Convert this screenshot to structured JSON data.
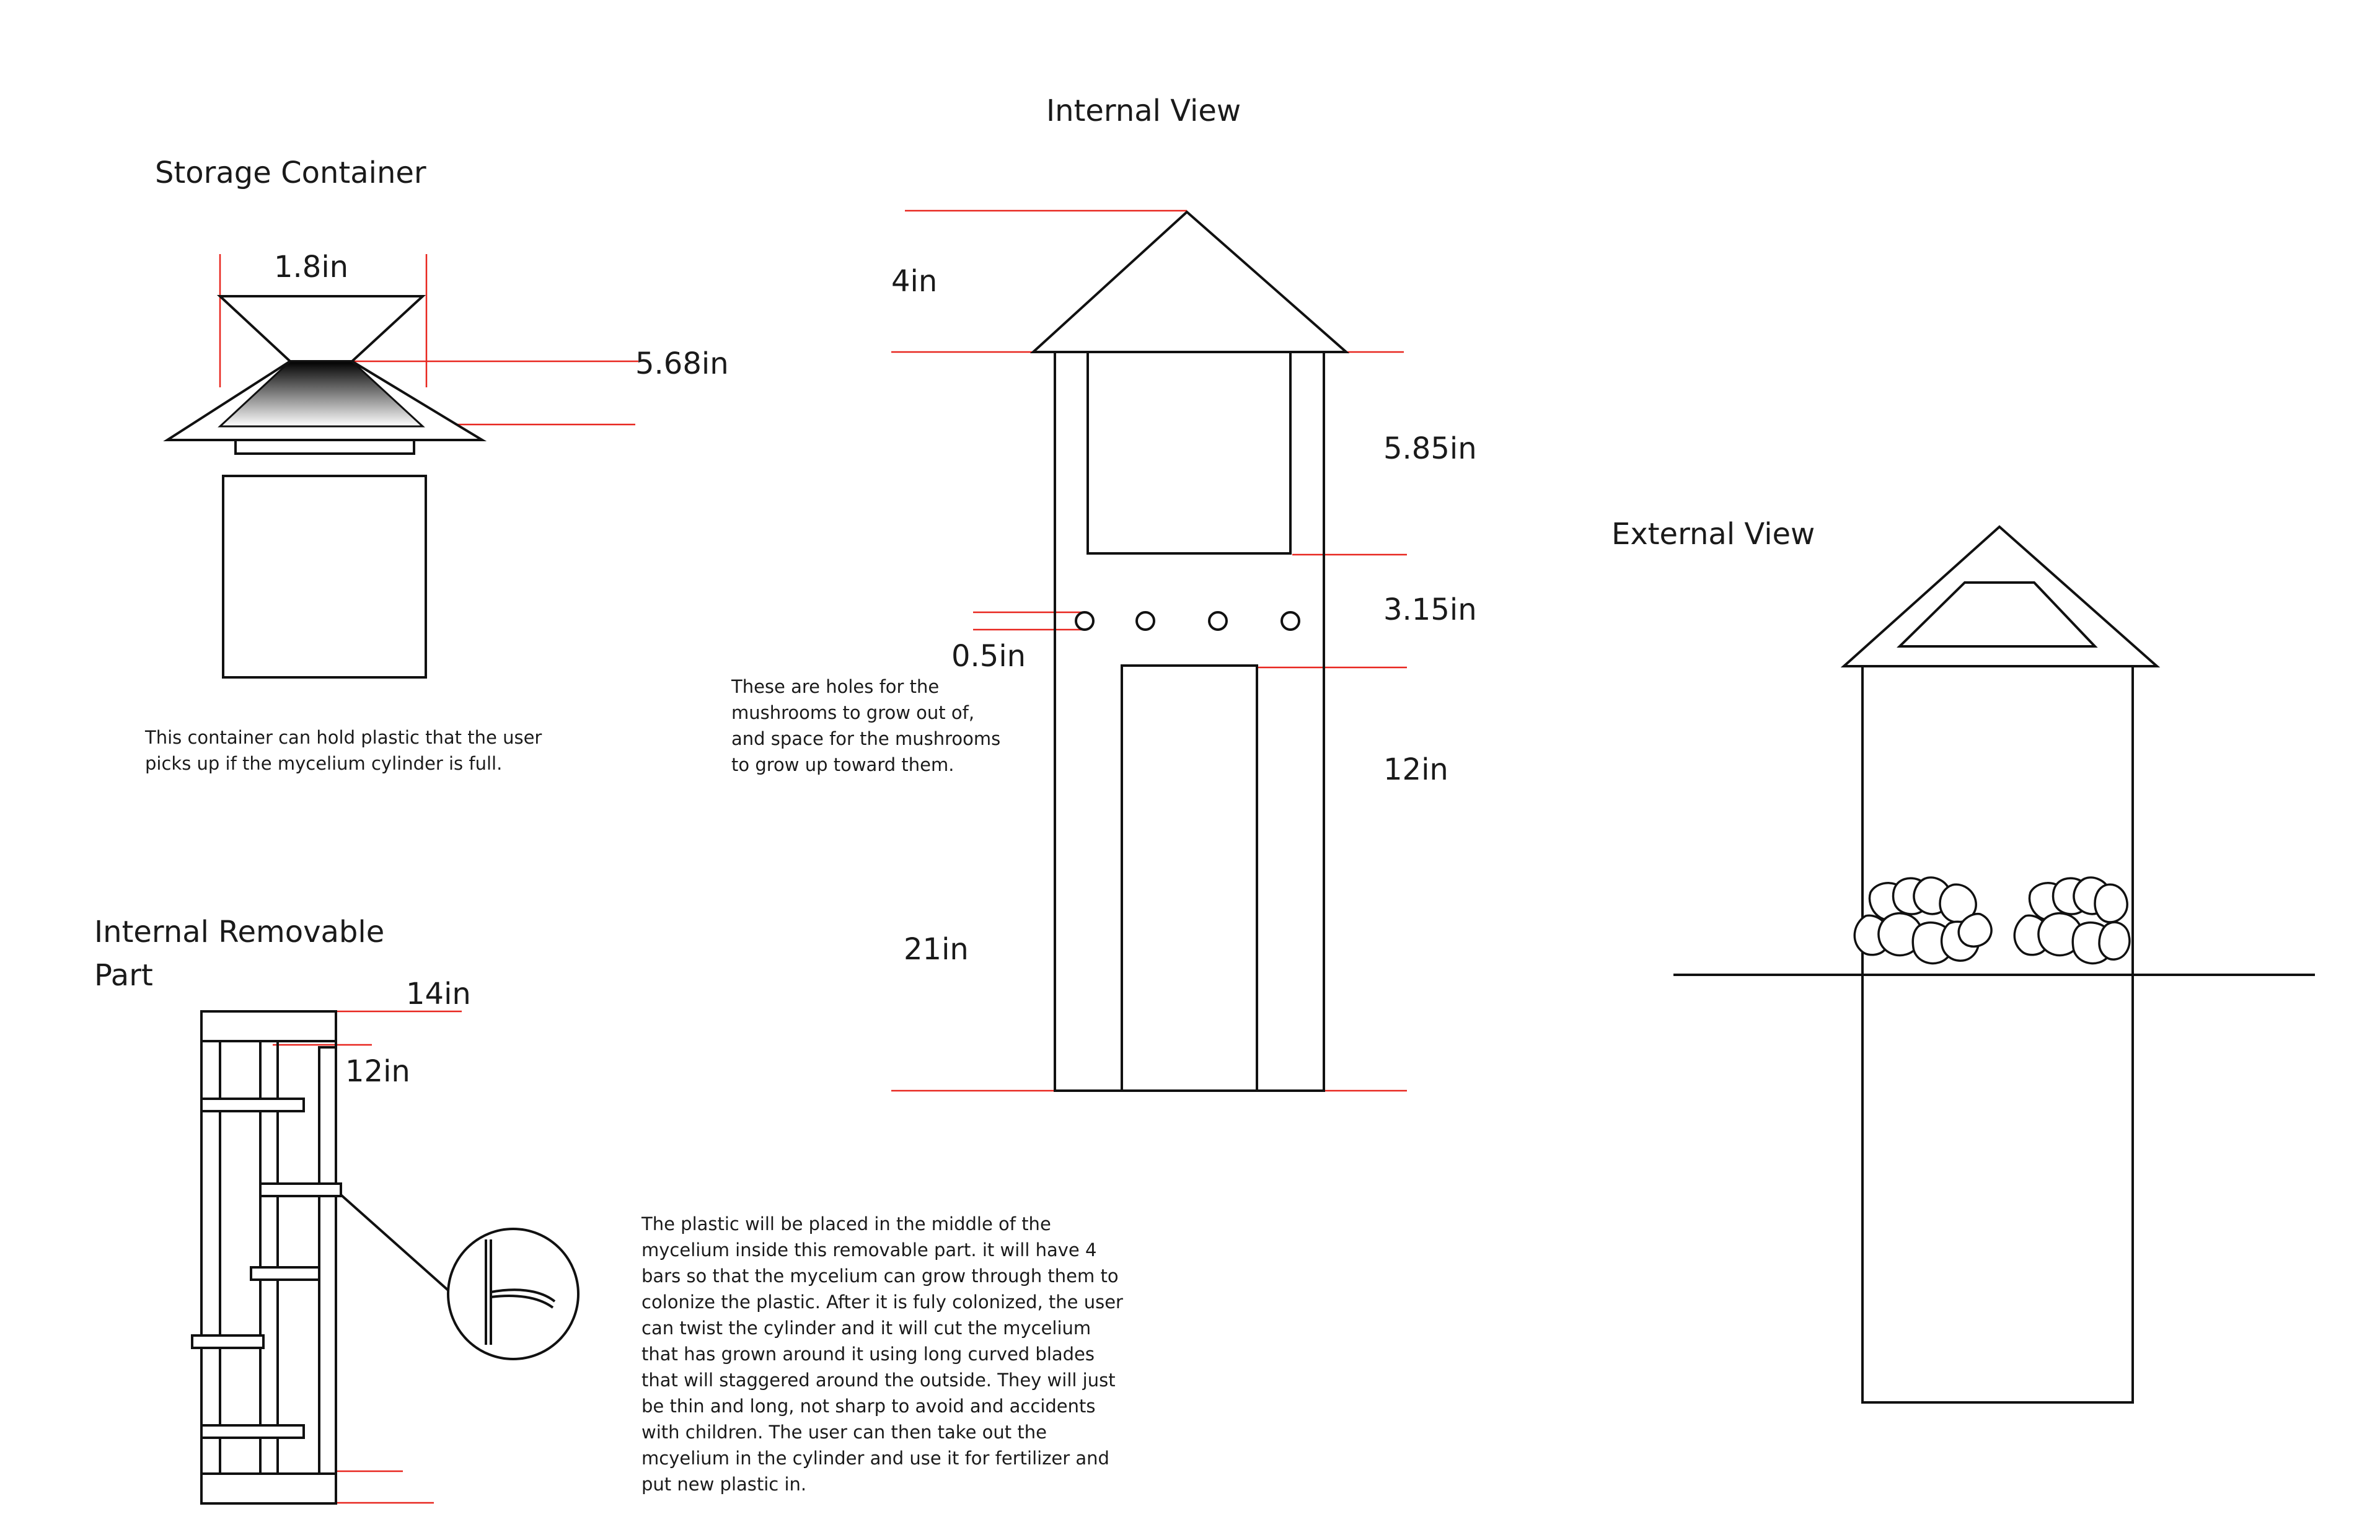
{
  "storage_container": {
    "title": "Storage Container",
    "dim_width": "1.8in",
    "dim_height": "5.68in",
    "note_lines": [
      "This container can hold plastic that the user",
      "picks up if the mycelium cylinder is full."
    ]
  },
  "internal_view": {
    "title": "Internal View",
    "dim_roof": "4in",
    "dim_upper": "5.85in",
    "dim_holes": "3.15in",
    "dim_hole_size": "0.5in",
    "dim_lower": "12in",
    "dim_total": "21in",
    "note_lines": [
      "These are holes for the",
      " mushrooms to grow out of,",
      "and space for the mushrooms",
      "to grow up toward them."
    ]
  },
  "external_view": {
    "title": "External View"
  },
  "removable_part": {
    "title_line1": "Internal Removable",
    "title_line2": "Part",
    "dim_outer": "14in",
    "dim_inner": "12in",
    "note_lines": [
      "The plastic will be placed in the middle of the",
      "mycelium inside this removable part. it will have 4",
      "bars so that the mycelium can grow through them to",
      "colonize the plastic. After it is fuly colonized, the user",
      "can twist the cylinder and it will cut the mycelium",
      "that has grown around it using long curved blades",
      "that will staggered around the outside. They will just",
      "be thin and long, not sharp to avoid and accidents",
      "with children. The user can then take out the",
      "mcyelium in the cylinder and use it for fertilizer and",
      "put new plastic in."
    ]
  },
  "colors": {
    "line": "#111111",
    "dimension_line": "#e8261f",
    "background": "#ffffff"
  }
}
